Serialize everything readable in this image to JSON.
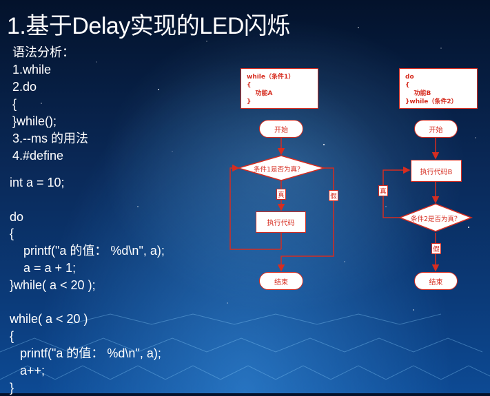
{
  "title": "1.基于Delay实现的LED闪烁",
  "syntax": {
    "heading": "语法分析：",
    "items": [
      "1.while",
      "2.do",
      "{",
      "}while();",
      "3.--ms 的用法",
      "4.#define"
    ]
  },
  "code": [
    "int a = 10;",
    "",
    "do",
    "{",
    "    printf(\"a 的值： %d\\n\", a);",
    "    a = a + 1;",
    "}while( a < 20 );",
    "",
    "while( a < 20 )",
    "{",
    "   printf(\"a 的值： %d\\n\", a);",
    "   a++;",
    "}"
  ],
  "flow_while": {
    "code_lines": [
      "while（条件1）",
      "{",
      "    功能A",
      "}"
    ],
    "start": "开始",
    "condition": "条件1是否为真？",
    "true_label": "真",
    "false_label": "假",
    "action": "执行代码",
    "end": "结束"
  },
  "flow_do": {
    "code_lines": [
      "do",
      "{",
      "    功能B",
      "}while（条件2）"
    ],
    "start": "开始",
    "action": "执行代码B",
    "condition": "条件2是否为真？",
    "true_label": "真",
    "false_label": "假",
    "end": "结束"
  },
  "colors": {
    "accent": "#d62d20",
    "background_top": "#03122b",
    "background_bottom": "#0d4a94"
  }
}
